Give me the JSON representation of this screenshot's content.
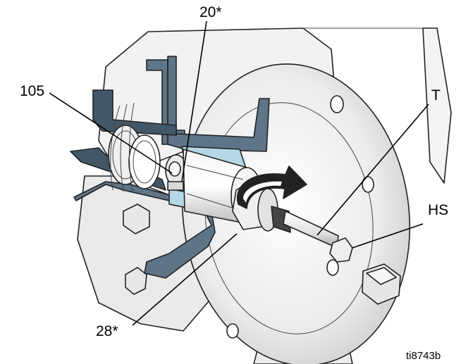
{
  "figure": {
    "callouts": {
      "part_20": "20*",
      "part_105": "105",
      "part_t": "T",
      "part_hs": "HS",
      "part_28": "28*"
    },
    "figure_id": "ti8743b"
  },
  "colors": {
    "cutaway_steel": "#5e7487",
    "cutaway_steel_dark": "#425868",
    "cutaway_light_blue": "#b6d7e5",
    "metal_light": "#eeeeee",
    "metal_mid": "#c9c9c9",
    "outline": "#222222"
  },
  "icons": [
    "rotation-arrow-icon"
  ]
}
